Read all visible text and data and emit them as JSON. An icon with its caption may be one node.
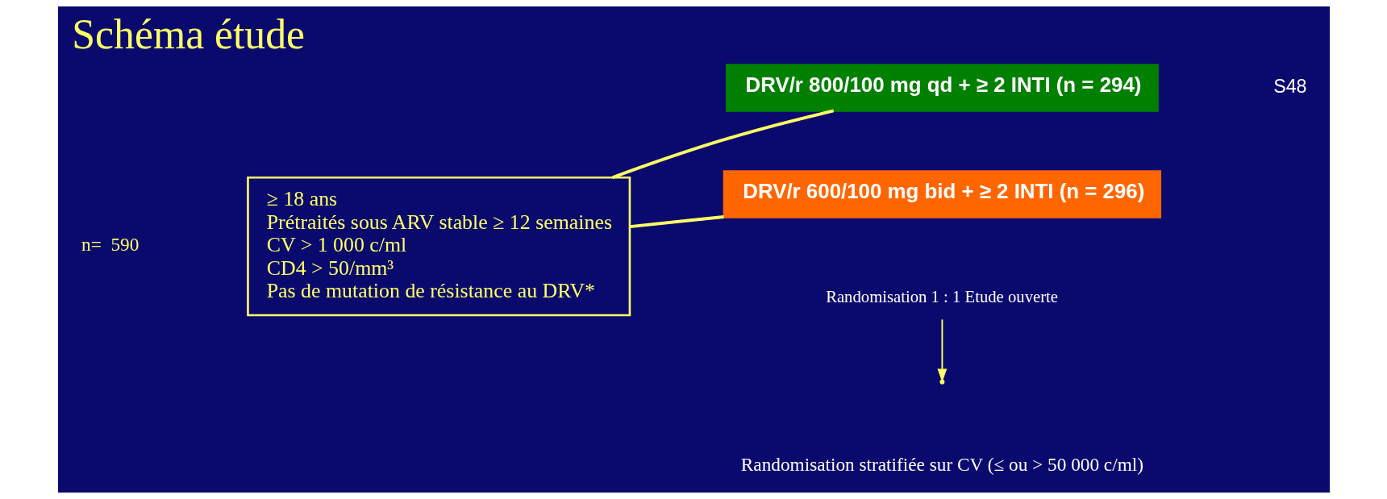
{
  "diagram": {
    "title": "Schéma étude",
    "caption": "Randomisation stratifiée sur CV (≤ ou > 50 000 c/ml)",
    "nodes": [
      {
        "text": [
          "≥ 18 ans",
          "Prétraités sous ARV stable ≥ 12 semaines",
          "CV > 1 000 c/ml",
          "CD4 > 50/mm³",
          "Pas de mutation de résistance au DRV*"
        ]
      },
      {
        "text": [
          "DRV/r 800/100 mg qd + ≥ 2 INTI (n = 294)"
        ]
      },
      {
        "text": [
          "DRV/r 600/100 mg bid + ≥ 2 INTI (n = 296)"
        ]
      },
      {
        "text": [
          "Randomisation 1 : 1 Etude ouverte"
        ]
      }
    ],
    "edges": [
      {
        "from": 0,
        "to": 1,
        "arrow": "none"
      },
      {
        "from": 0,
        "to": 2,
        "arrow": "none"
      },
      {
        "from": 3,
        "to": null,
        "arrow": "to"
      }
    ],
    "labels": [
      "n=  590",
      "S48"
    ]
  }
}
